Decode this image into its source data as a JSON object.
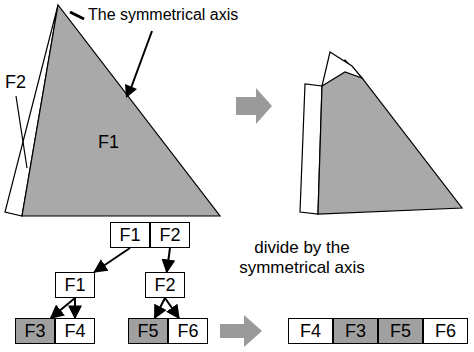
{
  "diagram": {
    "nodes": [
      {
        "text": [
          "F1"
        ]
      },
      {
        "text": [
          "F2"
        ]
      },
      {
        "text": [
          "F1"
        ]
      },
      {
        "text": [
          "F2"
        ]
      },
      {
        "text": [
          "F3"
        ]
      },
      {
        "text": [
          "F4"
        ]
      },
      {
        "text": [
          "F5"
        ]
      },
      {
        "text": [
          "F6"
        ]
      },
      {
        "text": [
          "F4"
        ]
      },
      {
        "text": [
          "F3"
        ]
      },
      {
        "text": [
          "F5"
        ]
      },
      {
        "text": [
          "F6"
        ]
      }
    ],
    "edges": [
      {
        "from": 0,
        "to": 2,
        "arrow": "to"
      },
      {
        "from": 1,
        "to": 3,
        "arrow": "to"
      },
      {
        "from": 2,
        "to": 4,
        "arrow": "to"
      },
      {
        "from": 2,
        "to": 5,
        "arrow": "to"
      },
      {
        "from": 3,
        "to": 6,
        "arrow": "to"
      },
      {
        "from": 3,
        "to": 7,
        "arrow": "to"
      }
    ],
    "labels": [
      "The symmetrical axis",
      "F2",
      "F1",
      "divide by the symmetrical axis"
    ]
  }
}
